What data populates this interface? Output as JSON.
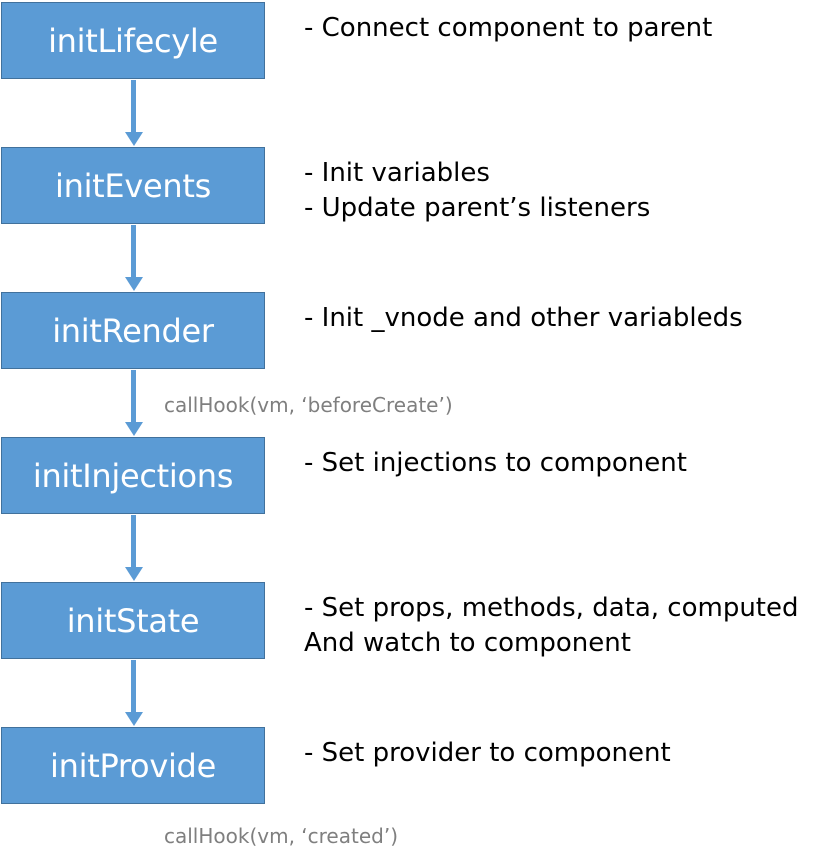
{
  "steps": [
    {
      "label": "initLifecyle",
      "desc": [
        "- Connect component to parent"
      ]
    },
    {
      "label": "initEvents",
      "desc": [
        "- Init variables",
        "- Update parent’s listeners"
      ]
    },
    {
      "label": "initRender",
      "desc": [
        "- Init _vnode and other variableds"
      ]
    },
    {
      "label": "initInjections",
      "desc": [
        "- Set injections to component"
      ]
    },
    {
      "label": "initState",
      "desc": [
        "- Set props, methods, data, computed",
        "And watch to component"
      ]
    },
    {
      "label": "initProvide",
      "desc": [
        "- Set provider to component"
      ]
    }
  ],
  "hooks": {
    "before_create": "callHook(vm, ‘beforeCreate’)",
    "created": "callHook(vm, ‘created’)"
  },
  "colors": {
    "box_fill": "#5b9bd5",
    "box_border": "#41719c",
    "arrow": "#5b9bd5",
    "hook_text": "#7f7f7f"
  }
}
